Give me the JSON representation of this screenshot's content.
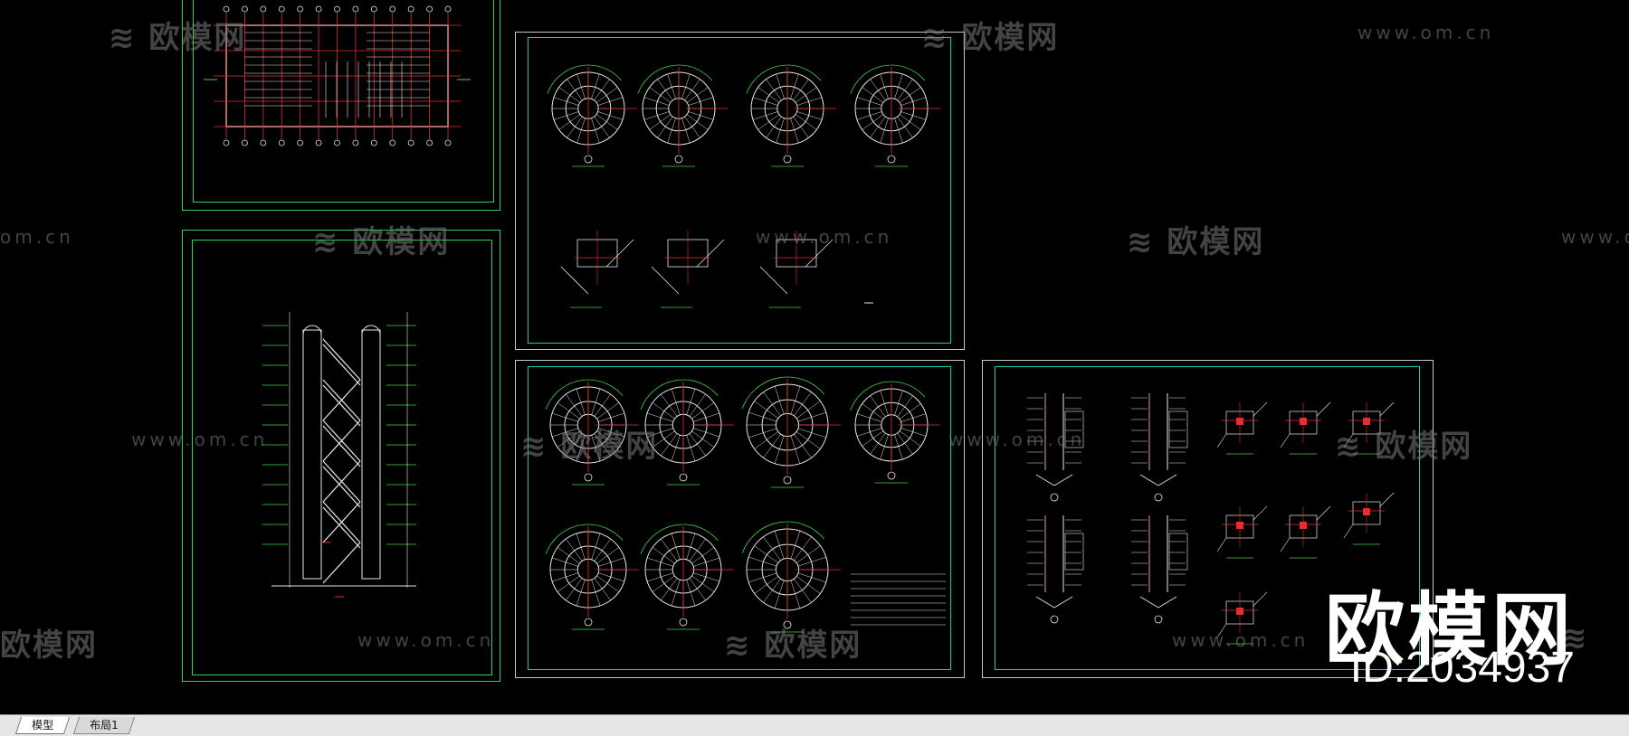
{
  "watermark": {
    "cn": "欧模网",
    "url": "www.om.cn",
    "url_partial": "om.cn"
  },
  "brand": {
    "title": "欧模网",
    "id": "ID:2034937"
  },
  "tabs": [
    {
      "label": "模型",
      "active": true
    },
    {
      "label": "布局1",
      "active": false
    }
  ],
  "colors": {
    "background": "#000000",
    "sheet_border": "#c8c8c8",
    "inner_border": "#19c9b0",
    "green_frame": "#2bd15a",
    "line_white": "#e8e8e8",
    "line_red": "#e23030",
    "line_green": "#3fd43f"
  }
}
